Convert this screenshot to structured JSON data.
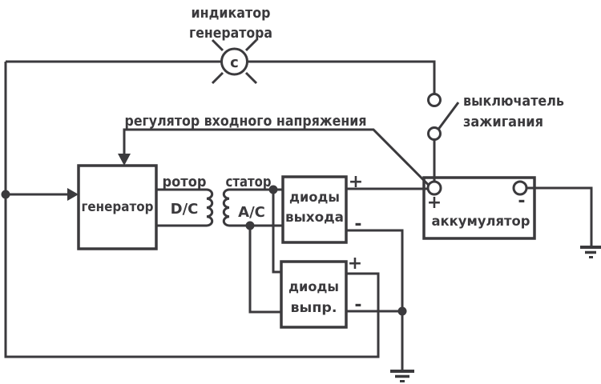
{
  "colors": {
    "line": "#3b3a3d",
    "background": "#ffffff"
  },
  "labels": {
    "indicator_line1": "индикатор",
    "indicator_line2": "генератора",
    "lamp_letter": "c",
    "ignition_line1": "выключатель",
    "ignition_line2": "зажигания",
    "regulator": "регулятор входного напряжения",
    "generator": "генератор",
    "rotor": "ротор",
    "stator": "статор",
    "rotor_current": "D/C",
    "stator_current": "A/C",
    "output_diodes_line1": "диоды",
    "output_diodes_line2": "выхода",
    "rectifier_diodes_line1": "диоды",
    "rectifier_diodes_line2": "выпр.",
    "battery": "аккумулятор",
    "plus": "+",
    "minus": "-"
  }
}
